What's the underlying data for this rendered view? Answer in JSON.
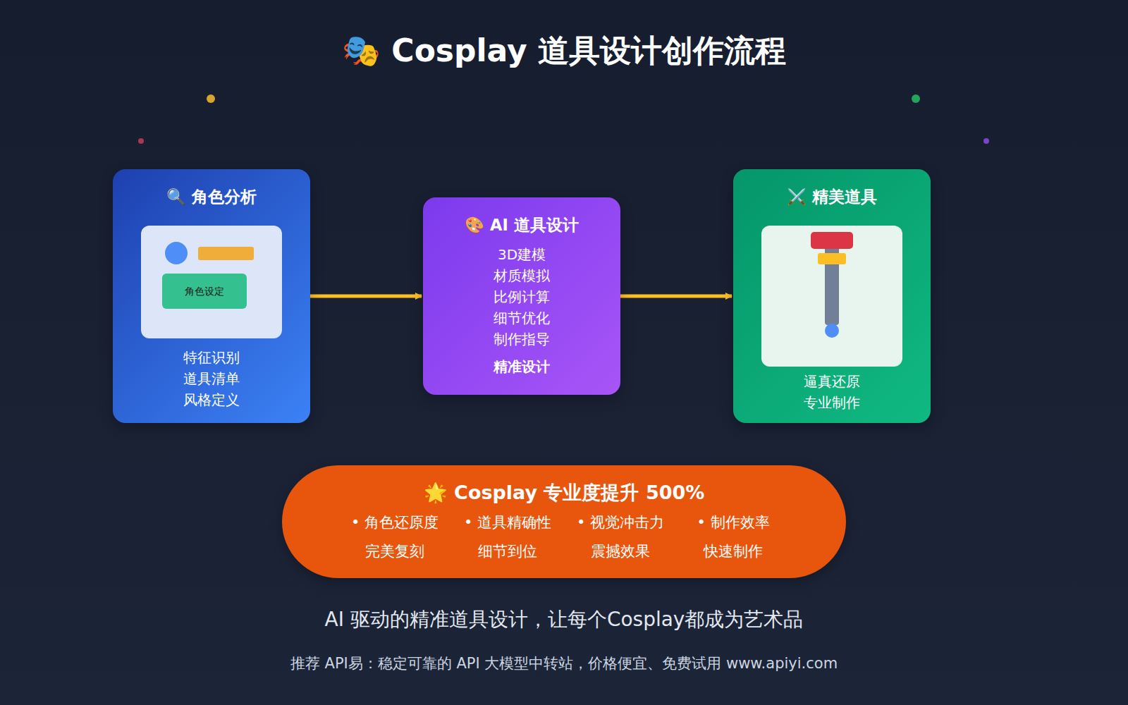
{
  "diagram": {
    "title": "🎭 Cosplay 道具设计创作流程",
    "nodes": [
      {
        "text": [
          "🔍 角色分析",
          "特征识别 道具清单 风格定义"
        ]
      },
      {
        "text": [],
        "in": 0
      },
      {
        "text": [
          "角色设定"
        ],
        "in": 1
      },
      {
        "text": [
          "🎨 AI 道具设计",
          "3D建模 材质模拟 比例计算 细节优化 制作指导",
          "精准设计"
        ]
      },
      {
        "text": [
          "⚔️ 精美道具",
          "逼真还原 专业制作"
        ]
      },
      {
        "text": [
          "🌟 Cosplay 专业度提升 500%",
          "• 角色还原度",
          "完美复刻",
          "• 道具精确性",
          "细节到位",
          "• 视觉冲击力",
          "震撼效果",
          "• 制作效率",
          "快速制作"
        ]
      }
    ],
    "edges": [
      {
        "from": 0,
        "to": 3,
        "arrow": "to"
      },
      {
        "from": 3,
        "to": 4,
        "arrow": "to"
      }
    ],
    "caption": "AI 驱动的精准道具设计，让每个Cosplay都成为艺术品",
    "labels": [
      "推荐 API易：稳定可靠的 API 大模型中转站，价格便宜、免费试用 www.apiyi.com"
    ]
  }
}
